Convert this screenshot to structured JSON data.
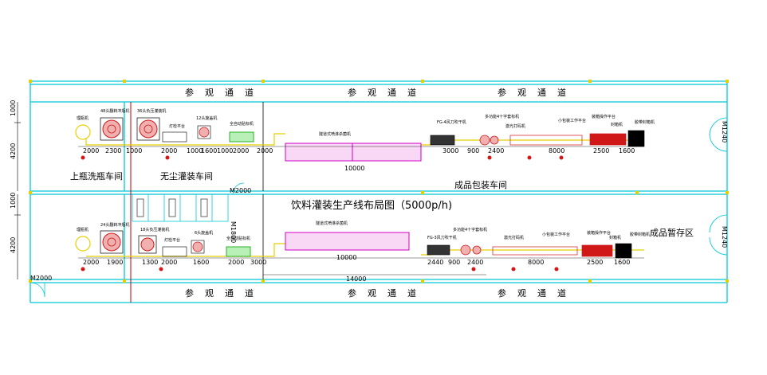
{
  "title": "饮料灌装生产线布局图（5000p/h)",
  "corridor_label": "参观通道",
  "halls": {
    "upper_wash": "上瓶洗瓶车间",
    "dust_free": "无尘灌装车间",
    "finished_packing": "成品包装车间",
    "finished_storage": "成品暂存区"
  },
  "doors": {
    "m2000_center": "M2000",
    "m2000_left": "M2000",
    "m1800": "M1800",
    "m1240_top": "M1240",
    "m1240_bottom": "M1240"
  },
  "left_dims": {
    "top_a": "1000",
    "top_b": "4200",
    "bottom_a": "1000",
    "bottom_b": "4200"
  },
  "line_top": {
    "machines": {
      "unscrambler": "理瓶机",
      "rinser": "48头翻转冲瓶机",
      "filler": "36头负压灌装机",
      "light_inspect": "灯检平台",
      "capper": "12头旋盖机",
      "labeler": "全自动贴标机",
      "sterilizer": "隧道式喷淋杀菌机",
      "dryer": "FG-4风刀吹干机",
      "sleeve": "多功能4十字套标机",
      "coder": "激光打码机",
      "packing_platform": "小包装工作平台",
      "shrink_platform": "装箱操作平台",
      "carton_sealer": "封箱机",
      "palletizer": "胶带封箱机"
    },
    "dims": [
      "2000",
      "2300",
      "1000",
      "2000",
      "1000",
      "1600",
      "1000",
      "2000",
      "2000",
      "10000",
      "3000",
      "900",
      "2400",
      "8000",
      "2500",
      "1600"
    ]
  },
  "line_bottom": {
    "machines": {
      "unscrambler": "理瓶机",
      "rinser": "24头翻转冲瓶机",
      "filler": "18头负压灌装机",
      "light_inspect": "灯检平台",
      "capper": "6头旋盖机",
      "labeler": "全自动贴标机",
      "sterilizer": "隧道式喷淋杀菌机",
      "dryer": "FG-3风刀吹干机",
      "sleeve": "多功能4十字套标机",
      "coder": "激光打码机",
      "packing_platform": "小包装工作平台",
      "shrink_platform": "装箱操作平台",
      "carton_sealer": "封箱机",
      "palletizer": "胶带封箱机"
    },
    "dims": [
      "2000",
      "1900",
      "1300",
      "2000",
      "1600",
      "2000",
      "3000",
      "10000",
      "2440",
      "900",
      "2400",
      "8000",
      "2500",
      "1600",
      "14000"
    ]
  },
  "colors": {
    "wall_cyan": "#00c8d8",
    "conveyor_yellow": "#e8d000",
    "machine_red": "#d01818",
    "tunnel_magenta": "#d000c8",
    "labeler_green": "#00a000",
    "divider_red": "#c00000"
  }
}
